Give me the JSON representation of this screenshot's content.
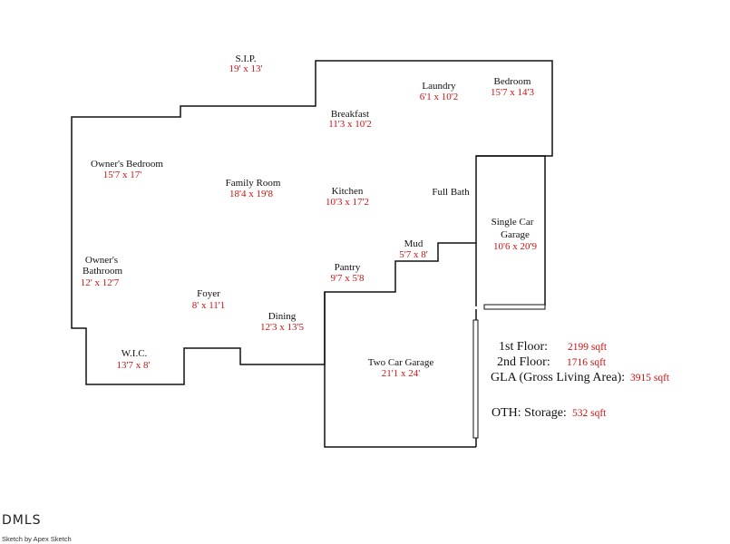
{
  "rooms": [
    {
      "key": "sip",
      "name": "S.I.P.",
      "dim": "19' x 13'"
    },
    {
      "key": "breakfast",
      "name": "Breakfast",
      "dim": "11'3 x 10'2"
    },
    {
      "key": "laundry",
      "name": "Laundry",
      "dim": "6'1 x 10'2"
    },
    {
      "key": "bedroom",
      "name": "Bedroom",
      "dim": "15'7 x 14'3"
    },
    {
      "key": "owners-bedroom",
      "name": "Owner's Bedroom",
      "dim": "15'7 x 17'"
    },
    {
      "key": "family-room",
      "name": "Family Room",
      "dim": "18'4 x 19'8"
    },
    {
      "key": "kitchen",
      "name": "Kitchen",
      "dim": "10'3 x 17'2"
    },
    {
      "key": "full-bath",
      "name": "Full Bath",
      "dim": ""
    },
    {
      "key": "single-car-garage",
      "name": "Single Car",
      "name2": "Garage",
      "dim": "10'6 x 20'9"
    },
    {
      "key": "mud",
      "name": "Mud",
      "dim": "5'7 x 8'"
    },
    {
      "key": "owners-bathroom",
      "name": "Owner's",
      "name2": "Bathroom",
      "dim": "12' x 12'7"
    },
    {
      "key": "pantry",
      "name": "Pantry",
      "dim": "9'7 x 5'8"
    },
    {
      "key": "foyer",
      "name": "Foyer",
      "dim": "8' x 11'1"
    },
    {
      "key": "dining",
      "name": "Dining",
      "dim": "12'3 x 13'5"
    },
    {
      "key": "wic",
      "name": "W.I.C.",
      "dim": "13'7 x 8'"
    },
    {
      "key": "two-car-garage",
      "name": "Two Car Garage",
      "dim": "21'1 x 24'"
    }
  ],
  "summary": {
    "first_floor_label": "1st Floor:",
    "first_floor_value": "2199 sqft",
    "second_floor_label": "2nd Floor:",
    "second_floor_value": "1716 sqft",
    "gla_label": "GLA  (Gross Living Area):",
    "gla_value": "3915 sqft",
    "oth_label": "OTH: Storage:",
    "oth_value": "532 sqft"
  },
  "logo_text": "DMLS",
  "credit_text": "Sketch by Apex Sketch",
  "colors": {
    "label": "#111111",
    "dimension": "#cc1111",
    "wall": "#111111"
  }
}
